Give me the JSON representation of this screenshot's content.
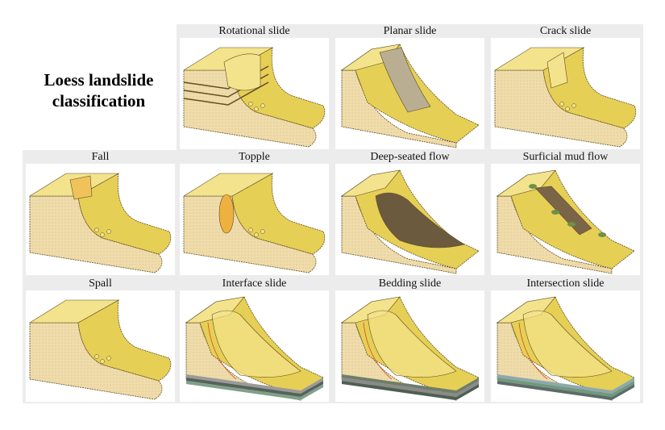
{
  "title_lines": [
    "Loess landslide",
    "classification"
  ],
  "colors": {
    "loess_top": "#e6cf55",
    "loess_light": "#f3e38c",
    "loess_side": "#efdcaa",
    "outline": "#5e4e22",
    "deposit_brown": "#6b5a3e",
    "mud": "#7a6548",
    "topple_orange": "#eeb140",
    "slab_gray": "#b9ad92",
    "bush_green": "#6f8f4a"
  },
  "panels": [
    {
      "title": "Rotational slide",
      "type": "rotational"
    },
    {
      "title": "Planar slide",
      "type": "planar"
    },
    {
      "title": "Crack slide",
      "type": "crack"
    },
    {
      "title": "Fall",
      "type": "fall"
    },
    {
      "title": "Topple",
      "type": "topple"
    },
    {
      "title": "Deep-seated flow",
      "type": "deepflow"
    },
    {
      "title": "Surficial mud flow",
      "type": "mudflow"
    },
    {
      "title": "Spall",
      "type": "spall"
    },
    {
      "title": "Interface slide",
      "type": "interface"
    },
    {
      "title": "Bedding slide",
      "type": "bedding"
    },
    {
      "title": "Intersection slide",
      "type": "intersection"
    }
  ]
}
